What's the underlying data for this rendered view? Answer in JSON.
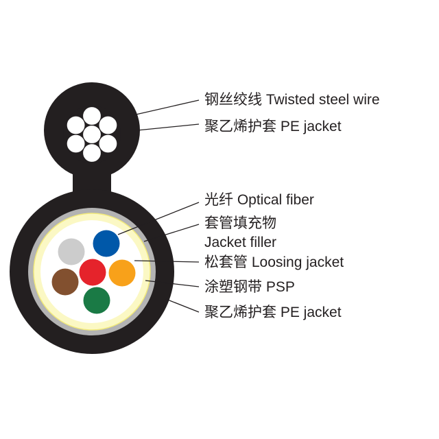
{
  "colors": {
    "sheath": "#231f20",
    "steel_wire_fill": "#ffffff",
    "steel_wire_stroke": "#231f20",
    "psp_ring": "#b3b3b3",
    "filler_ring": "#fbf8c4",
    "filler_ring_edge": "#f2ea7c",
    "loose_tube": "#ffffff",
    "fiber_gray": "#cccccc",
    "fiber_blue": "#0058a9",
    "fiber_red": "#e5232b",
    "fiber_orange": "#f8a11a",
    "fiber_brown": "#82502f",
    "fiber_green": "#1a7a45"
  },
  "labels": {
    "twisted_steel_wire": "钢丝绞线 Twisted steel wire",
    "pe_jacket_top": "聚乙烯护套 PE jacket",
    "optical_fiber": "光纤 Optical fiber",
    "jacket_filler_cn": "套管填充物",
    "jacket_filler_en": "Jacket filler",
    "loosing_jacket": "松套管 Loosing jacket",
    "psp": "涂塑钢带 PSP",
    "pe_jacket_bottom": "聚乙烯护套 PE jacket"
  }
}
